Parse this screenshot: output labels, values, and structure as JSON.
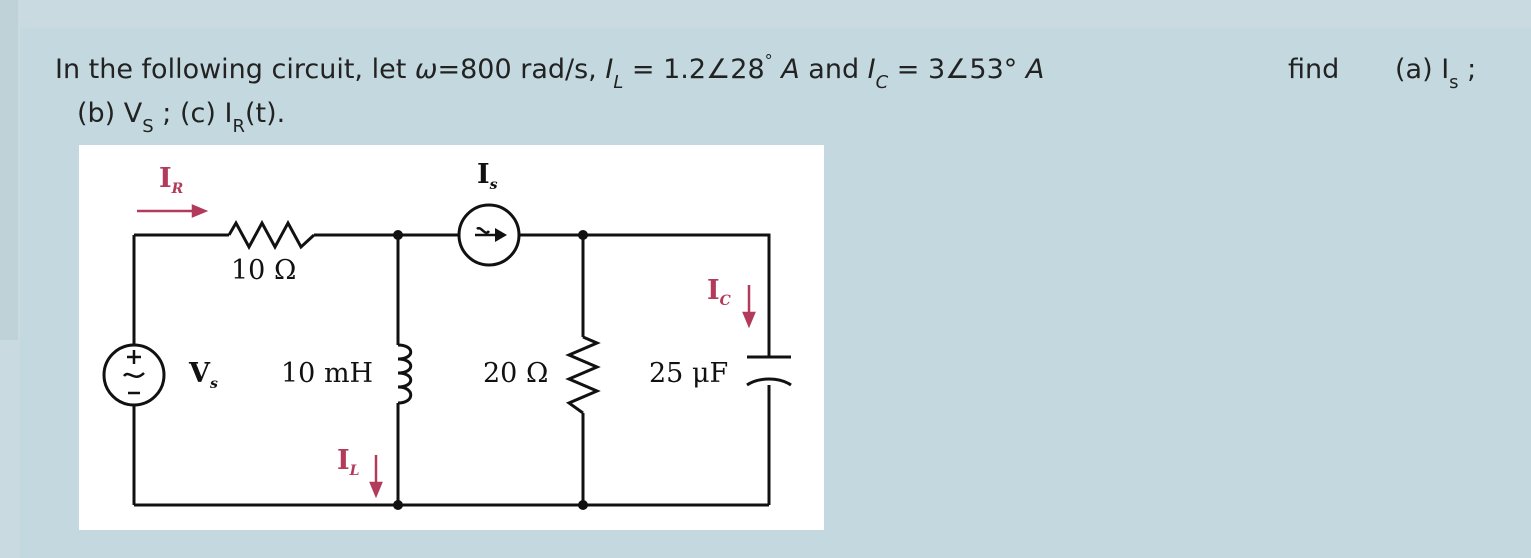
{
  "question": {
    "line1_prefix": "In the following circuit,  let ",
    "omega": "ω",
    "omega_val": "=800 rad/s, ",
    "il_var": "I",
    "il_sub": "L",
    "il_val": " = 1.2∠28",
    "il_deg": "°",
    "il_unit": " A",
    "and": " and ",
    "ic_var": "I",
    "ic_sub": "C",
    "ic_val": " = 3∠53° ",
    "ic_unit": "A",
    "find": "find",
    "part_a": "(a) I",
    "part_a_sub": "s",
    "part_a_end": " ;",
    "part_b": "(b) V",
    "part_b_sub": "S",
    "part_b_end": "  ;  (c) I",
    "part_c_sub": "R",
    "part_c_end": "(t)."
  },
  "circuit": {
    "ir_label": "I",
    "ir_sub": "R",
    "is_label": "I",
    "is_sub": "s",
    "r1_label": "10 Ω",
    "vs_label": "V",
    "vs_sub": "s",
    "l_label": "10 mH",
    "r2_label": "20 Ω",
    "c_label": "25 μF",
    "il_label": "I",
    "il_sub": "L",
    "ic_label": "I",
    "ic_sub": "C",
    "colors": {
      "wire": "#111111",
      "current": "#b23a5a"
    }
  }
}
